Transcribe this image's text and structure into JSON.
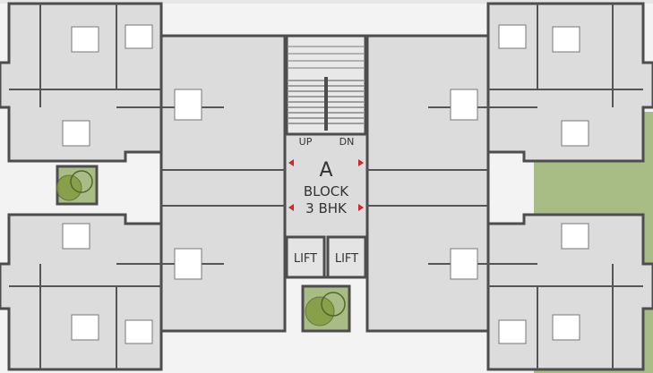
{
  "plan": {
    "block_letter": "A",
    "block_label": "BLOCK",
    "unit_type": "3 BHK",
    "stair_up": "UP",
    "stair_down": "DN",
    "lifts": [
      "LIFT",
      "LIFT"
    ]
  },
  "colors": {
    "background": "#f3f3f3",
    "wall": "#4d4d4d",
    "floor": "#dcdcdc",
    "landscape": "#a8bd86",
    "tree": "#7f9a3a",
    "arrow": "#d0232a"
  }
}
